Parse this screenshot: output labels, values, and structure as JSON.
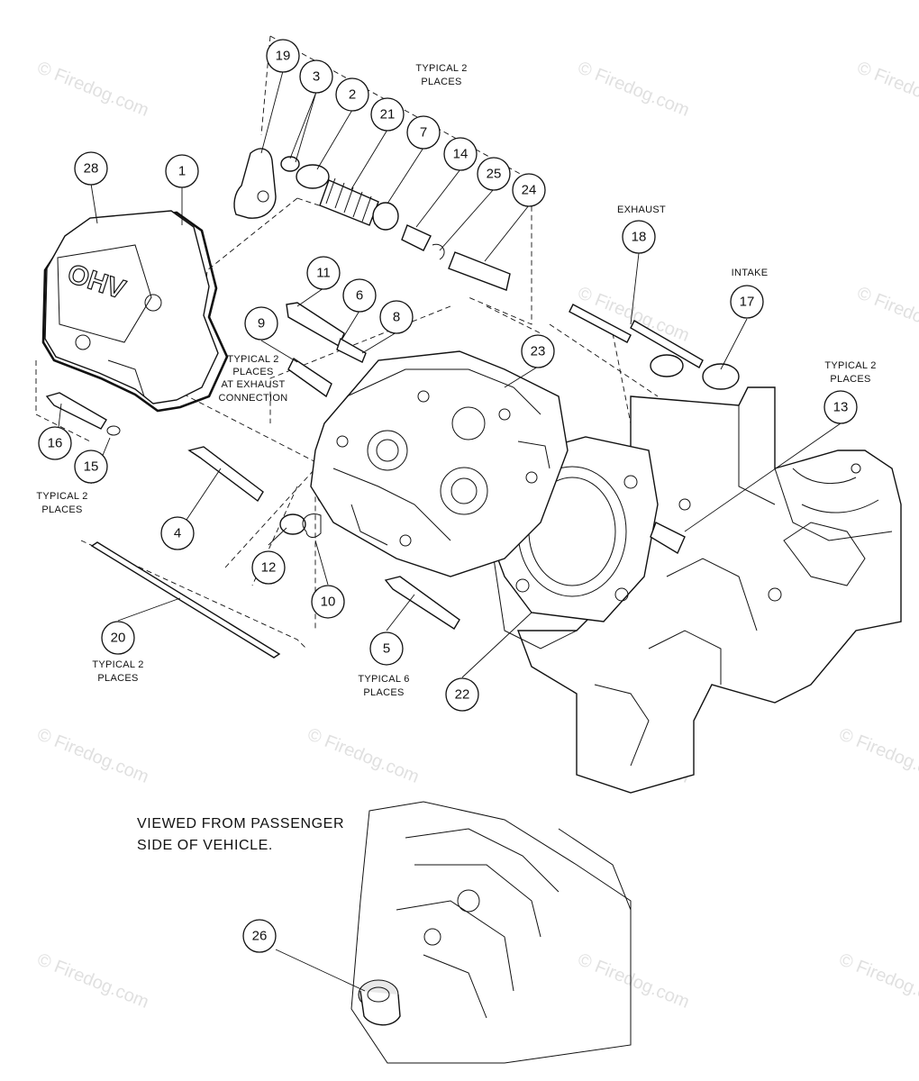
{
  "watermark": "© Firedog.com",
  "callouts": [
    "19",
    "3",
    "2",
    "21",
    "7",
    "14",
    "25",
    "24",
    "28",
    "1",
    "11",
    "6",
    "8",
    "9",
    "23",
    "18",
    "17",
    "13",
    "16",
    "15",
    "4",
    "12",
    "10",
    "20",
    "5",
    "22",
    "26"
  ],
  "notes": {
    "typical2_top": [
      "TYPICAL 2",
      "PLACES"
    ],
    "exhaust": "EXHAUST",
    "intake": "INTAKE",
    "typical2_right": [
      "TYPICAL 2",
      "PLACES"
    ],
    "exhaust_connection": [
      "TYPICAL 2",
      "PLACES",
      "AT EXHAUST",
      "CONNECTION"
    ],
    "typical2_left": [
      "TYPICAL 2",
      "PLACES"
    ],
    "typical2_pushrod": [
      "TYPICAL 2",
      "PLACES"
    ],
    "typical6": [
      "TYPICAL 6",
      "PLACES"
    ]
  },
  "caption": [
    "VIEWED FROM PASSENGER",
    "SIDE OF VEHICLE."
  ],
  "cover_lettering": "OHV"
}
